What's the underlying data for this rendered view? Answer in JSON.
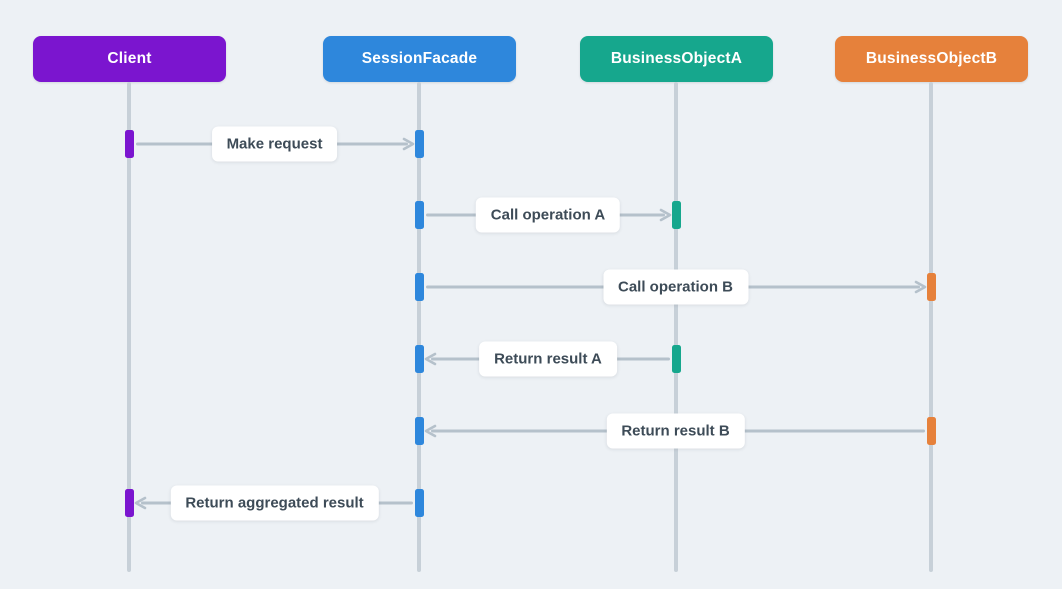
{
  "diagram": {
    "type": "sequence-diagram",
    "pattern": "Session Facade",
    "participants": [
      {
        "name": "Client",
        "color": "#7b15cf"
      },
      {
        "name": "SessionFacade",
        "color": "#2e87dc"
      },
      {
        "name": "BusinessObjectA",
        "color": "#16a78d"
      },
      {
        "name": "BusinessObjectB",
        "color": "#e6813b"
      }
    ],
    "messages": [
      {
        "label": "Make request",
        "from": "Client",
        "to": "SessionFacade",
        "direction": "right"
      },
      {
        "label": "Call operation A",
        "from": "SessionFacade",
        "to": "BusinessObjectA",
        "direction": "right"
      },
      {
        "label": "Call operation B",
        "from": "SessionFacade",
        "to": "BusinessObjectB",
        "direction": "right"
      },
      {
        "label": "Return result A",
        "from": "BusinessObjectA",
        "to": "SessionFacade",
        "direction": "left"
      },
      {
        "label": "Return result B",
        "from": "BusinessObjectB",
        "to": "SessionFacade",
        "direction": "left"
      },
      {
        "label": "Return aggregated result",
        "from": "SessionFacade",
        "to": "Client",
        "direction": "left"
      }
    ],
    "colors": {
      "background": "#edf1f5",
      "lifeline": "#c7d0d8",
      "arrow": "#b5c1cb",
      "label_background": "#ffffff",
      "label_text": "#3d4b57"
    }
  }
}
